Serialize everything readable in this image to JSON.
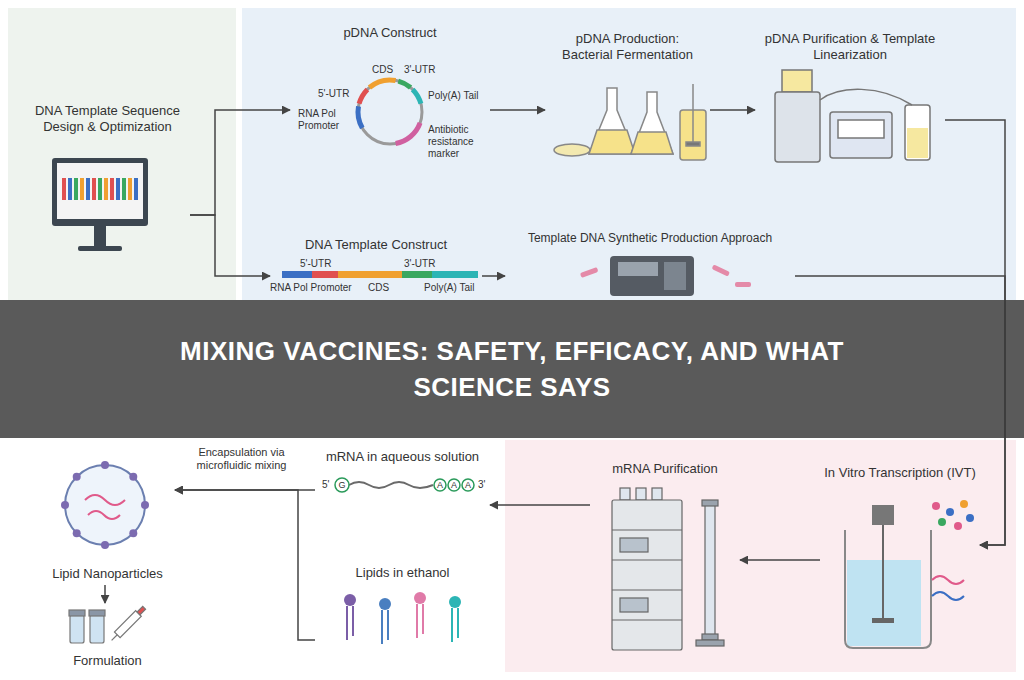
{
  "diagram": {
    "title": "MIXING VACCINES: SAFETY, EFFICACY, AND WHAT SCIENCE SAYS",
    "nodes": [
      {
        "text": [
          "DNA Template Sequence Design & Optimization"
        ]
      },
      {
        "text": [
          "pDNA Construct"
        ]
      },
      {
        "text": [
          "pDNA Production: Bacterial Fermentation"
        ]
      },
      {
        "text": [
          "pDNA Purification & Template Linearization"
        ]
      },
      {
        "text": [
          "DNA Template Construct"
        ]
      },
      {
        "text": [
          "Template DNA Synthetic Production Approach"
        ]
      },
      {
        "text": [
          "In Vitro Transcription (IVT)"
        ]
      },
      {
        "text": [
          "mRNA Purification"
        ]
      },
      {
        "text": [
          "mRNA in aqueous solution"
        ]
      },
      {
        "text": [
          "Lipids in ethanol"
        ]
      },
      {
        "text": [
          "Lipid Nanoparticles"
        ]
      },
      {
        "text": [
          "Formulation"
        ]
      }
    ],
    "edges": [
      {
        "from": 0,
        "to": 1,
        "arrow": "to"
      },
      {
        "from": 0,
        "to": 4,
        "arrow": "to"
      },
      {
        "from": 1,
        "to": 2,
        "arrow": "to"
      },
      {
        "from": 2,
        "to": 3,
        "arrow": "to"
      },
      {
        "from": 3,
        "to": 6,
        "arrow": "to"
      },
      {
        "from": 4,
        "to": 5,
        "arrow": "to"
      },
      {
        "from": 5,
        "to": 6,
        "arrow": "to"
      },
      {
        "from": 6,
        "to": 7,
        "arrow": "to"
      },
      {
        "from": 7,
        "to": 8,
        "arrow": "to"
      },
      {
        "from": 8,
        "to": 10,
        "label": "Encapsulation via microfluidic mixing",
        "arrow": "to"
      },
      {
        "from": 9,
        "to": 10,
        "arrow": "to"
      },
      {
        "from": 10,
        "to": 11,
        "arrow": "to"
      }
    ],
    "labels": [
      "5'-UTR",
      "CDS",
      "3'-UTR",
      "Poly(A) Tail",
      "RNA Pol Promoter",
      "Antibiotic resistance marker",
      "5'-UTR",
      "3'-UTR",
      "RNA Pol Promoter",
      "CDS",
      "Poly(A) Tail",
      "5'",
      "G",
      "A",
      "A",
      "A",
      "3'"
    ]
  }
}
